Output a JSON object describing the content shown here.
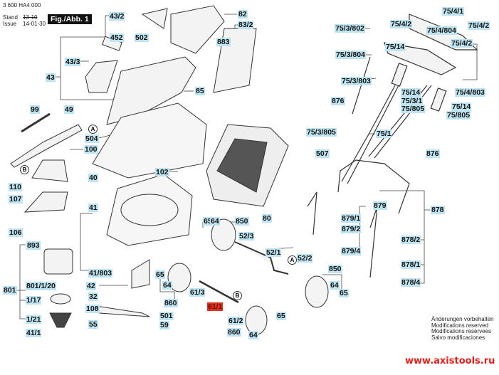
{
  "header": {
    "part_number": "3 600 HA4 000",
    "stand_label": "Stand",
    "stand_value": "13-10",
    "issue_label": "Issue",
    "issue_value": "14-01-30",
    "figure": "Fig./Abb. 1"
  },
  "callouts": [
    "43/2",
    "82",
    "83/2",
    "502",
    "452",
    "883",
    "43/3",
    "43",
    "85",
    "99",
    "49",
    "504",
    "100",
    "102",
    "40",
    "110",
    "107",
    "41",
    "106",
    "893",
    "41/803",
    "801",
    "801/1/20",
    "42",
    "32",
    "1/17",
    "108",
    "55",
    "1/21",
    "41/1",
    "501",
    "59",
    "65",
    "64",
    "860",
    "61/3",
    "61/1",
    "61/2",
    "860",
    "65",
    "64",
    "850",
    "52/3",
    "52/1",
    "52/2",
    "850",
    "64",
    "65",
    "65",
    "64",
    "80",
    "75/4/1",
    "75/4/2",
    "75/4/2",
    "75/3/802",
    "75/4/804",
    "75/4/2",
    "75/3/804",
    "75/14",
    "75/3/803",
    "75/14",
    "75/4/803",
    "75/3/1",
    "75/14",
    "75/805",
    "75/805",
    "876",
    "75/3/805",
    "75/1",
    "507",
    "876",
    "879",
    "878",
    "879/1",
    "879/2",
    "879/4",
    "878/2",
    "878/1",
    "878/4"
  ],
  "highlighted_callout": "61/1",
  "reference_markers": [
    "A",
    "B",
    "B",
    "A"
  ],
  "footer": {
    "modifications": [
      "Änderungen vorbehalten",
      "Modifications reserved",
      "Modifications reservees",
      "Salvo modificaciones"
    ],
    "website": "www.axistools.ru"
  },
  "colors": {
    "callout_bg": "#bfe4f1",
    "highlight": "#d8331f",
    "website": "#e0201b"
  }
}
